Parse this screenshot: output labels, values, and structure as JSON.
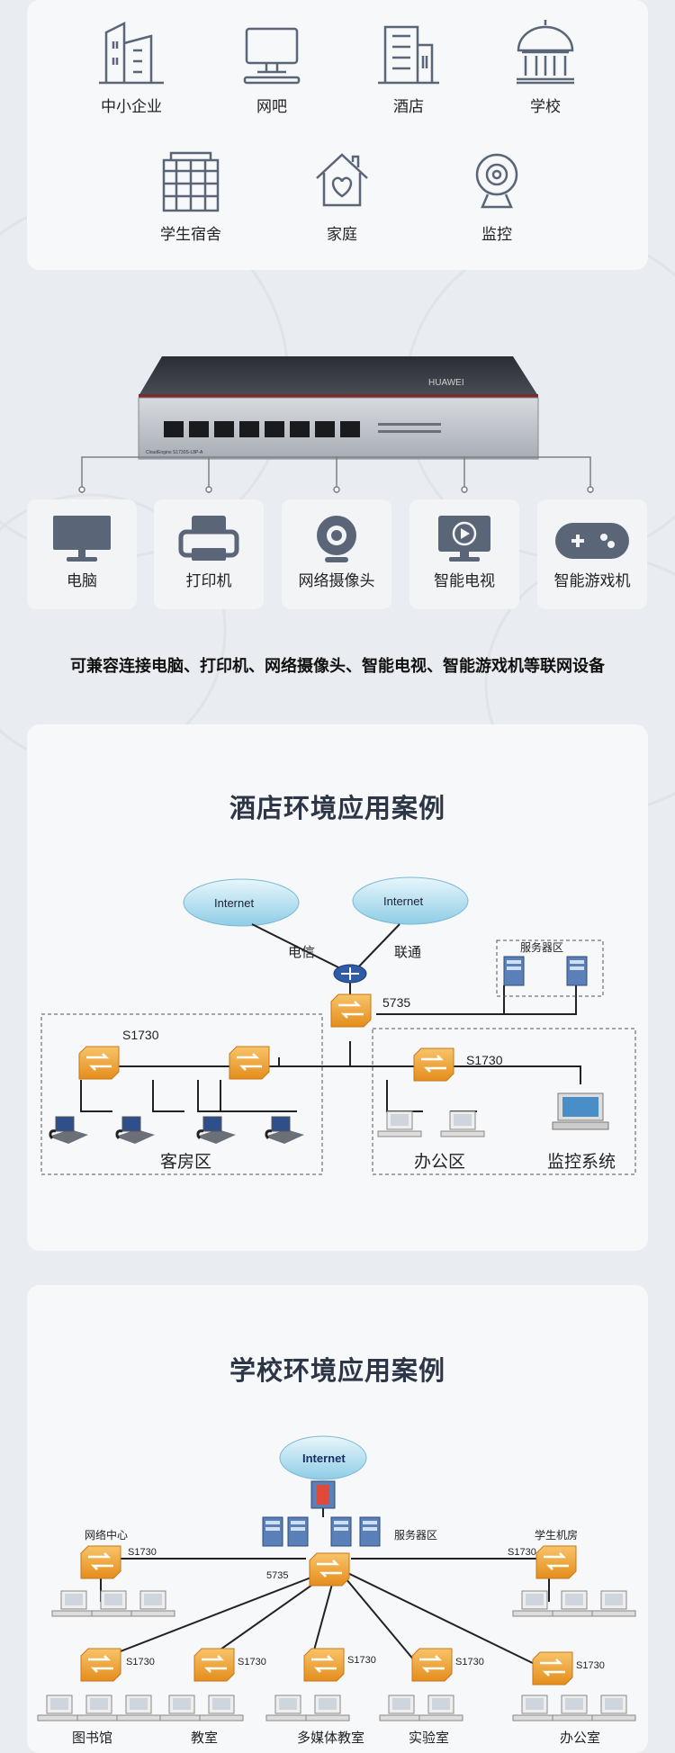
{
  "scenarios": {
    "row1": [
      "中小企业",
      "网吧",
      "酒店",
      "学校"
    ],
    "row2": [
      "学生宿舍",
      "家庭",
      "监控"
    ]
  },
  "product": {
    "brand": "HUAWEI",
    "model_text": "CloudEngine S1730S-L8P-A"
  },
  "devices": [
    "电脑",
    "打印机",
    "网络摄像头",
    "智能电视",
    "智能游戏机"
  ],
  "compat_text": "可兼容连接电脑、打印机、网络摄像头、智能电视、智能游戏机等联网设备",
  "hotel_case": {
    "title": "酒店环境应用案例",
    "internet1": "Internet",
    "internet2": "Internet",
    "isp1": "电信",
    "isp2": "联通",
    "server_area": "服务器区",
    "core_switch": "5735",
    "access_switch_left": "S1730",
    "access_switch_right": "S1730",
    "guest_area": "客房区",
    "office_area": "办公区",
    "monitor_system": "监控系统"
  },
  "school_case": {
    "title": "学校环境应用案例",
    "internet": "Internet",
    "server_area": "服务器区",
    "core_switch": "5735",
    "network_center": "网络中心",
    "network_center_switch": "S1730",
    "student_lab": "学生机房",
    "student_lab_switch": "S1730",
    "branch_switch": "S1730",
    "branches": [
      "图书馆",
      "教室",
      "多媒体教室",
      "实验室",
      "办公室"
    ]
  },
  "colors": {
    "switch_orange": "#f3a632",
    "card_bg": "#f7f8fa",
    "title": "#2d3646"
  }
}
